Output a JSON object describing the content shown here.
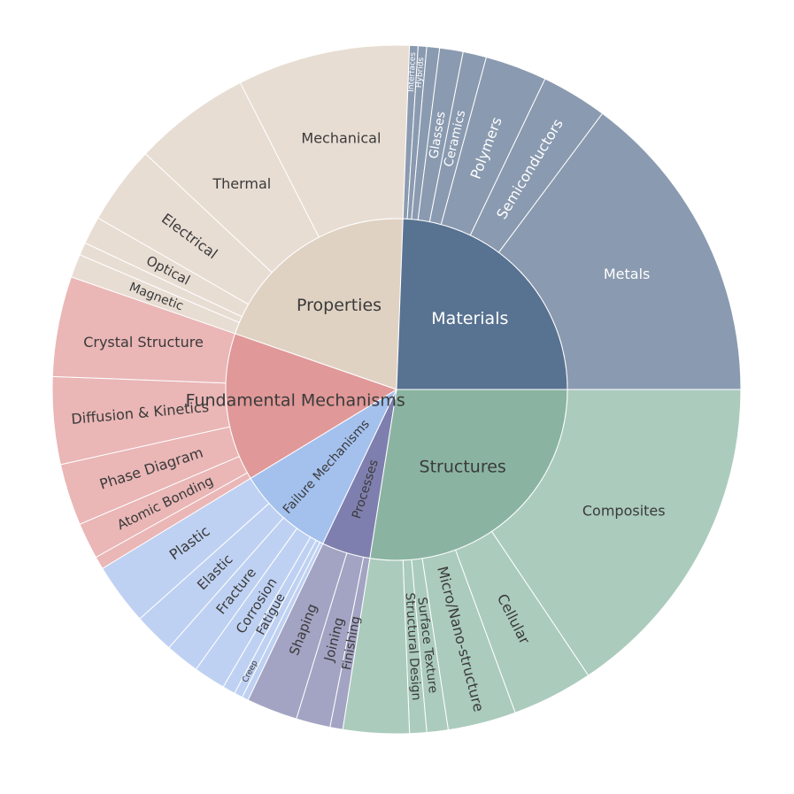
{
  "chart_data": {
    "type": "sunburst",
    "title": "",
    "start_angle_deg": 90,
    "direction": "clockwise",
    "categories": [
      {
        "name": "Structures",
        "color": "#8ab4a1",
        "child_color": "#abcbbd",
        "value": 27.5,
        "label_color": "#3a3a3a",
        "children": [
          {
            "name": "Composites",
            "value": 15.6
          },
          {
            "name": "Cellular",
            "value": 3.8
          },
          {
            "name": "Micro/Nano-structure",
            "value": 3.2
          },
          {
            "name": "Surface Texture",
            "value": 1.0
          },
          {
            "name": "Structural Design",
            "value": 0.8
          },
          {
            "name": "",
            "value": 3.1
          }
        ]
      },
      {
        "name": "Processes",
        "color": "#7f7faf",
        "child_color": "#a3a3c3",
        "value": 4.6,
        "label_color": "#3a3a3a",
        "children": [
          {
            "name": "Finishing",
            "value": 0.6
          },
          {
            "name": "Joining",
            "value": 1.6
          },
          {
            "name": "Shaping",
            "value": 2.4
          }
        ]
      },
      {
        "name": "Failure Mechanisms",
        "color": "#a4c0ed",
        "child_color": "#bfd1f2",
        "value": 9.2,
        "label_color": "#3a3a3a",
        "children": [
          {
            "name": "",
            "value": 0.3
          },
          {
            "name": "Creep",
            "value": 0.4
          },
          {
            "name": "Fatigue",
            "value": 0.6
          },
          {
            "name": "Corrosion",
            "value": 1.5
          },
          {
            "name": "Fracture",
            "value": 1.6
          },
          {
            "name": "Elastic",
            "value": 1.9
          },
          {
            "name": "Plastic",
            "value": 2.9
          }
        ]
      },
      {
        "name": "Fundamental Mechanisms",
        "color": "#e09898",
        "child_color": "#eab6b6",
        "value": 14.0,
        "label_color": "#3a3a3a",
        "children": [
          {
            "name": "",
            "value": 0.6
          },
          {
            "name": "Atomic Bonding",
            "value": 1.7
          },
          {
            "name": "Phase Diagram",
            "value": 2.9
          },
          {
            "name": "Diffusion & Kinetics",
            "value": 4.1
          },
          {
            "name": "Crystal Structure",
            "value": 4.7
          }
        ]
      },
      {
        "name": "Properties",
        "color": "#e0d2c3",
        "child_color": "#e8ddd3",
        "value": 20.3,
        "label_color": "#3a3a3a",
        "children": [
          {
            "name": "Magnetic",
            "value": 1.1
          },
          {
            "name": "",
            "value": 0.6
          },
          {
            "name": "Optical",
            "value": 1.3
          },
          {
            "name": "Electrical",
            "value": 3.7
          },
          {
            "name": "Thermal",
            "value": 5.5
          },
          {
            "name": "Mechanical",
            "value": 8.1
          }
        ]
      },
      {
        "name": "Materials",
        "color": "#587291",
        "child_color": "#8a9ab0",
        "value": 24.4,
        "label_color": "#ffffff",
        "children": [
          {
            "name": "Interfaces",
            "value": 0.4
          },
          {
            "name": "Hybrids",
            "value": 0.4
          },
          {
            "name": "",
            "value": 0.6
          },
          {
            "name": "Glasses",
            "value": 1.1
          },
          {
            "name": "Ceramics",
            "value": 1.1
          },
          {
            "name": "Polymers",
            "value": 2.9
          },
          {
            "name": "Semiconductors",
            "value": 3.1
          },
          {
            "name": "Metals",
            "value": 14.8
          }
        ]
      }
    ]
  }
}
